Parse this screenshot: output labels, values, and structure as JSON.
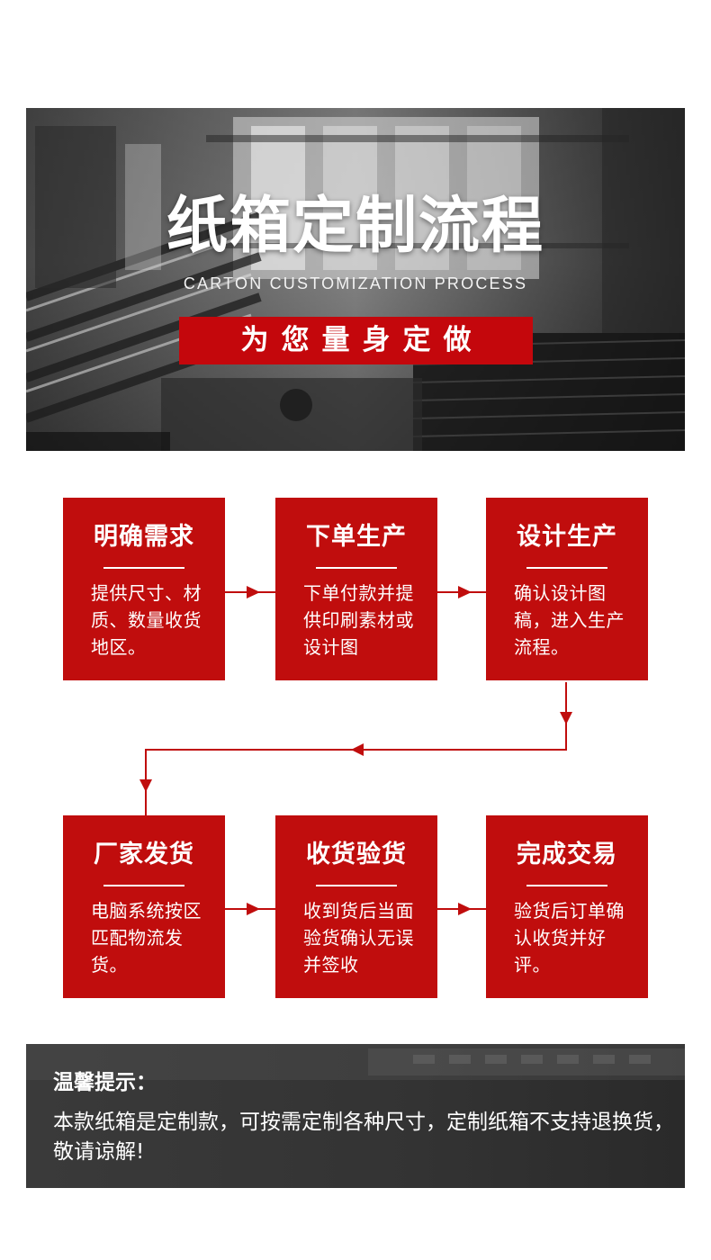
{
  "banner": {
    "title": "纸箱定制流程",
    "subtitle": "CARTON CUSTOMIZATION PROCESS",
    "tagline": "为您量身定做"
  },
  "steps": [
    {
      "title": "明确需求",
      "desc": "提供尺寸、材质、数量收货地区。"
    },
    {
      "title": "下单生产",
      "desc": "下单付款并提供印刷素材或设计图"
    },
    {
      "title": "设计生产",
      "desc": "确认设计图稿，进入生产流程。"
    },
    {
      "title": "厂家发货",
      "desc": "电脑系统按区匹配物流发货。"
    },
    {
      "title": "收货验货",
      "desc": "收到货后当面验货确认无误并签收"
    },
    {
      "title": "完成交易",
      "desc": "验货后订单确认收货并好评。"
    }
  ],
  "notice": {
    "title": "温馨提示：",
    "body": "本款纸箱是定制款，可按需定制各种尺寸，定制纸箱不支持退换货，敬请谅解!"
  },
  "colors": {
    "brand_red": "#c00d0d",
    "tag_red": "#c4070c",
    "connector": "#c00d0d",
    "hero_bg": "#5a5a5a",
    "notice_bg": "#333333"
  },
  "icons": [
    "arrow-right-icon",
    "arrow-down-icon",
    "arrow-left-icon"
  ]
}
